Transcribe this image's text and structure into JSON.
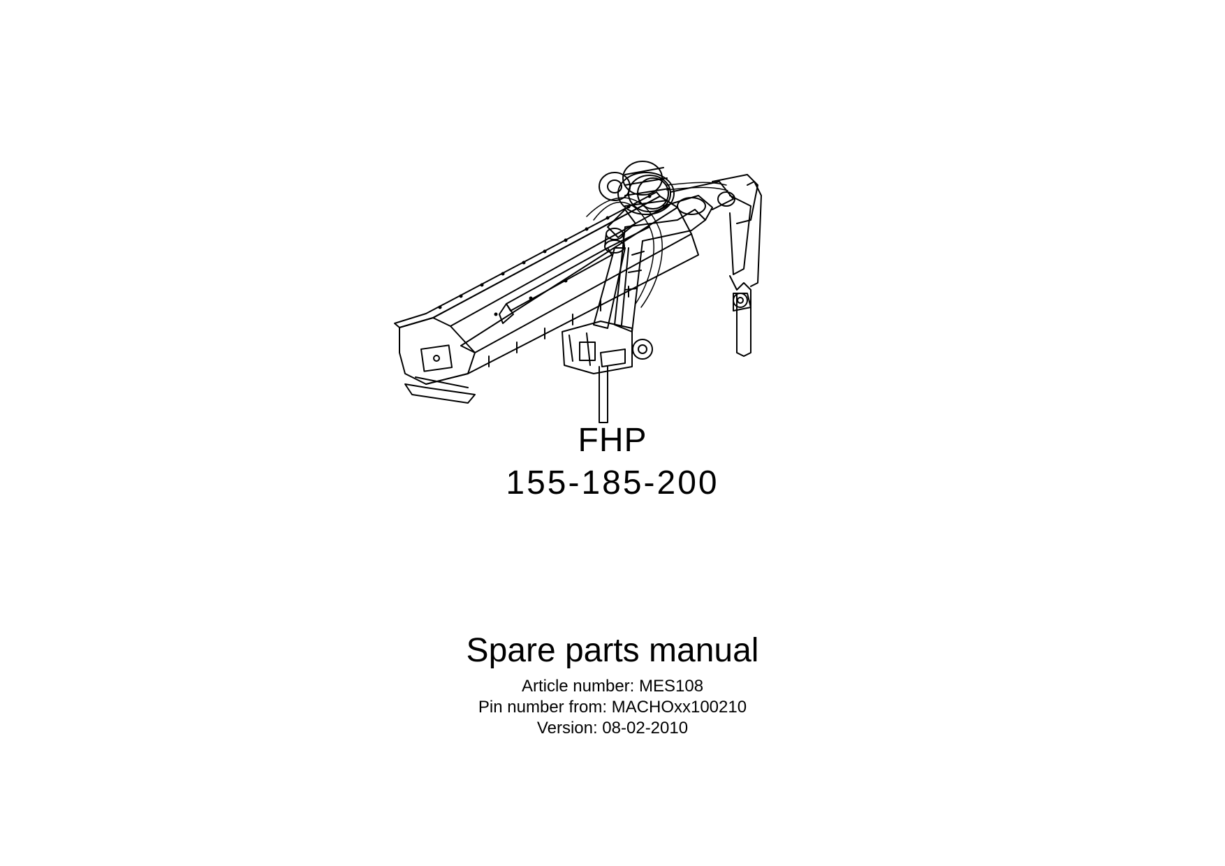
{
  "cover": {
    "model_name": "FHP",
    "model_sizes": "155-185-200",
    "title": "Spare parts manual",
    "article_line": "Article number: MES108",
    "pin_line": "Pin number from: MACHOxx100210",
    "version_line": "Version: 08-02-2010"
  },
  "illustration": {
    "icon": "flail-mower-line-drawing",
    "stroke_color": "#000000"
  }
}
